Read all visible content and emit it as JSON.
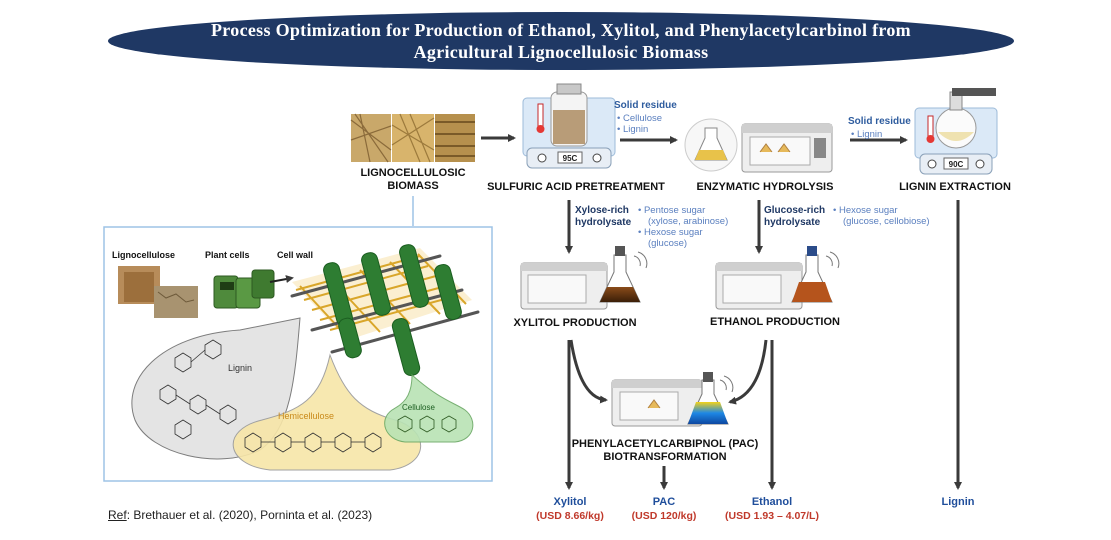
{
  "title": {
    "line1": "Process Optimization for Production of Ethanol, Xylitol, and Phenylacetylcarbinol from",
    "line2": "Agricultural Lignocellulosic Biomass"
  },
  "steps": {
    "biomass": {
      "line1": "LIGNOCELLULOSIC",
      "line2": "BIOMASS"
    },
    "pretreatment": "SULFURIC ACID PRETREATMENT",
    "hydrolysis": "ENZYMATIC HYDROLYSIS",
    "lignin_extraction": "LIGNIN EXTRACTION",
    "xylitol_production": "XYLITOL PRODUCTION",
    "ethanol_production": "ETHANOL PRODUCTION",
    "pac": {
      "line1": "PHENYLACETYLCARBIPNOL (PAC)",
      "line2": "BIOTRANSFORMATION"
    }
  },
  "annotations": {
    "solid1": {
      "heading": "Solid residue",
      "items": [
        "Cellulose",
        "Lignin"
      ]
    },
    "solid2": {
      "heading": "Solid residue",
      "items": [
        "Lignin"
      ]
    },
    "xylose": {
      "line1": "Xylose-rich",
      "line2": "hydrolysate",
      "sugar1": "Pentose sugar",
      "sugar1_detail": "(xylose, arabinose)",
      "sugar2": "Hexose sugar",
      "sugar2_detail": "(glucose)"
    },
    "glucose": {
      "line1": "Glucose-rich",
      "line2": "hydrolysate",
      "sugar1": "Hexose sugar",
      "sugar1_detail": "(glucose, cellobiose)"
    }
  },
  "equipment": {
    "pretreat_temp": "95C",
    "extract_temp": "90C"
  },
  "inset": {
    "lignocellulose": "Lignocellulose",
    "plant_cells": "Plant cells",
    "cell_wall": "Cell wall",
    "lignin": "Lignin",
    "hemicellulose": "Hemicellulose",
    "cellulose": "Cellulose"
  },
  "outputs": {
    "xylitol": {
      "name": "Xylitol",
      "price": "(USD 8.66/kg)"
    },
    "pac": {
      "name": "PAC",
      "price": "(USD 120/kg)"
    },
    "ethanol": {
      "name": "Ethanol",
      "price": "(USD 1.93 – 4.07/L)"
    },
    "lignin": {
      "name": "Lignin"
    }
  },
  "reference": {
    "prefix": "Ref",
    "text": ": Brethauer et al. (2020), Pornintа et al. (2023)"
  },
  "colors": {
    "banner": "#1f3864",
    "arrow": "#3a3a3a",
    "output_name": "#1f4e9b",
    "price": "#c0392b",
    "annotation": "#2e5c9e",
    "inset_border": "#9dc3e6",
    "hemicellulose": "#e8a33d",
    "cellulose_fiber": "#2e7d32"
  }
}
